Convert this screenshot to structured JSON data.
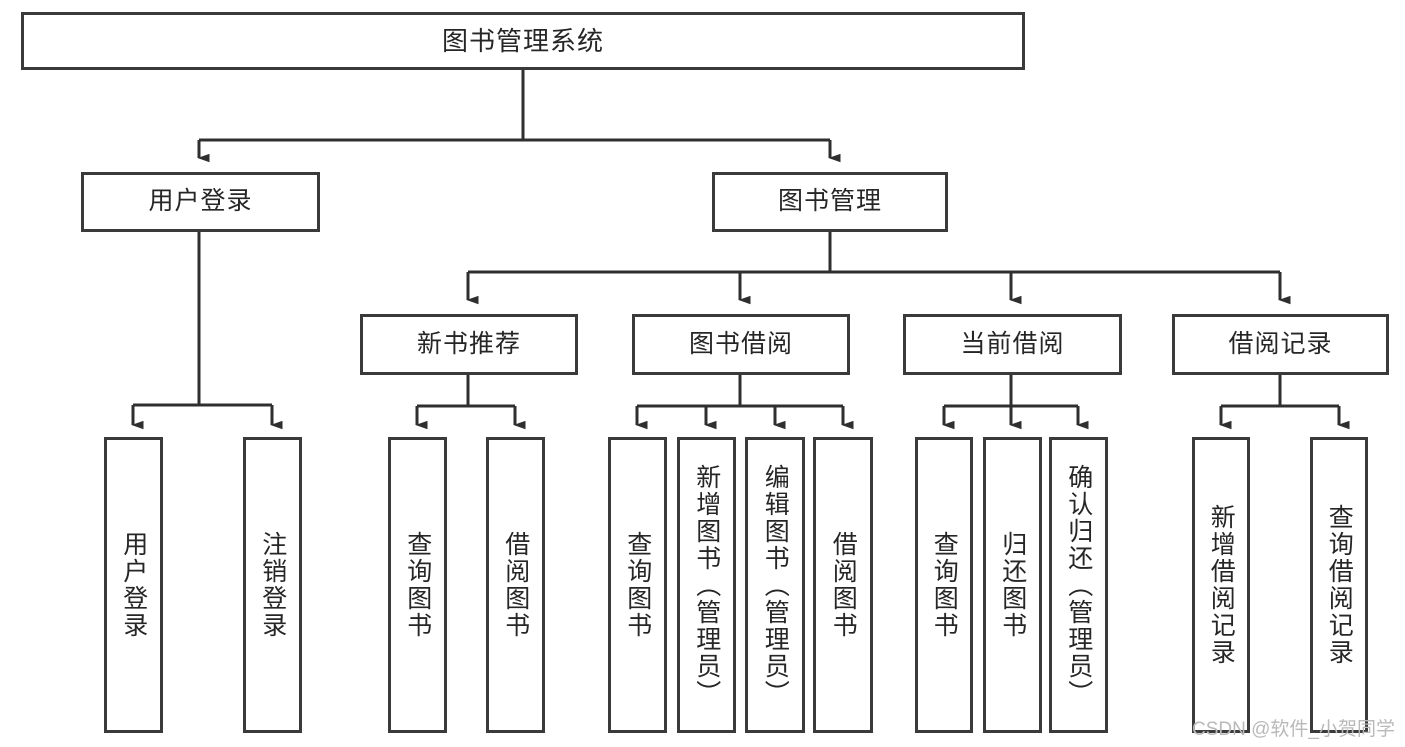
{
  "diagram": {
    "title": "图书管理系统",
    "type": "tree",
    "watermark": "CSDN @软件_小贺同学",
    "colors": {
      "node_border": "#3a3a3a",
      "node_fill": "#ffffff",
      "edge": "#2f2f2f",
      "text": "#262626",
      "watermark": "#b9b9b9",
      "background": "#ffffff"
    },
    "root": {
      "label": "图书管理系统",
      "orientation": "horizontal"
    },
    "level2": [
      {
        "label": "用户登录",
        "orientation": "horizontal"
      },
      {
        "label": "图书管理",
        "orientation": "horizontal"
      }
    ],
    "level3": [
      {
        "label": "新书推荐",
        "orientation": "horizontal",
        "parent": "图书管理"
      },
      {
        "label": "图书借阅",
        "orientation": "horizontal",
        "parent": "图书管理"
      },
      {
        "label": "当前借阅",
        "orientation": "horizontal",
        "parent": "图书管理"
      },
      {
        "label": "借阅记录",
        "orientation": "horizontal",
        "parent": "图书管理"
      }
    ],
    "leaves": {
      "user_login": [
        {
          "label": "用户登录",
          "orientation": "vertical"
        },
        {
          "label": "注销登录",
          "orientation": "vertical"
        }
      ],
      "new_book_recommend": [
        {
          "label": "查询图书",
          "orientation": "vertical"
        },
        {
          "label": "借阅图书",
          "orientation": "vertical"
        }
      ],
      "book_borrow": [
        {
          "label": "查询图书",
          "orientation": "vertical"
        },
        {
          "label": "新增图书（管理员）",
          "orientation": "vertical"
        },
        {
          "label": "编辑图书（管理员）",
          "orientation": "vertical"
        },
        {
          "label": "借阅图书",
          "orientation": "vertical"
        }
      ],
      "current_borrow": [
        {
          "label": "查询图书",
          "orientation": "vertical"
        },
        {
          "label": "归还图书",
          "orientation": "vertical"
        },
        {
          "label": "确认归还（管理员）",
          "orientation": "vertical"
        }
      ],
      "borrow_record": [
        {
          "label": "新增借阅记录",
          "orientation": "vertical"
        },
        {
          "label": "查询借阅记录",
          "orientation": "vertical"
        }
      ]
    }
  }
}
